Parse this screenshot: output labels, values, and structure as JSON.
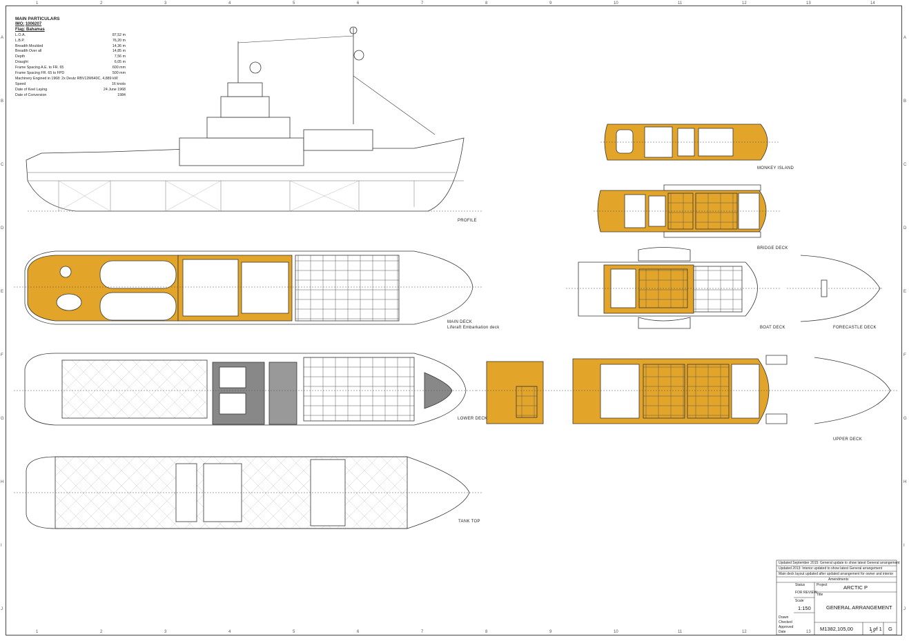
{
  "particulars": {
    "title": "MAIN PARTICULARS",
    "imo_label": "IMO:",
    "imo_value": "1006207",
    "flag": "Flag: Bahamas",
    "rows": [
      {
        "k": "L.O.A.",
        "v": "87,52 m"
      },
      {
        "k": "L.B.P.",
        "v": "76,20 m"
      },
      {
        "k": "Breadth Moulded",
        "v": "14,36 m"
      },
      {
        "k": "Breadth Over all",
        "v": "14,85 m"
      },
      {
        "k": "Depth",
        "v": "7,56 m"
      },
      {
        "k": "Draught",
        "v": "6,05 m"
      },
      {
        "k": "Frame Spacing   A.E. to FR. 65",
        "v": "600 mm"
      },
      {
        "k": "Frame Spacing   FR. 65 to FPD",
        "v": "500 mm"
      },
      {
        "k": "Machinery Engined in 1968: 2x Deutz RBV12M640C, 4,889 kW",
        "v": ""
      },
      {
        "k": "Speed",
        "v": "16 knots"
      },
      {
        "k": "Date of Keel Laying",
        "v": "24 June 1968"
      },
      {
        "k": "Date of Conversion",
        "v": "1984"
      }
    ]
  },
  "views": {
    "profile": "PROFILE",
    "monkey_island": "MONKEY ISLAND",
    "bridge_deck": "BRIDGE DECK",
    "main_deck": "MAIN DECK",
    "liferaft": "Liferaft Embarkation deck",
    "boat_deck": "BOAT DECK",
    "forecastle_deck": "FORECASTLE DECK",
    "lower_deck": "LOWER DECK",
    "upper_deck": "UPPER DECK",
    "tank_top": "TANK TOP"
  },
  "title_block": {
    "revisions": [
      "Updated September 2015: General update to show latest General arrangement",
      "Updated 2013: Interior updated to show latest General arrangement",
      "Main deck layout updated after updated arrangement for owner and interior"
    ],
    "amendments_label": "Amendments",
    "status_label": "Status",
    "status": "FOR REVIEW",
    "scale_label": "Scale",
    "scale": "1:150",
    "project_label": "Project",
    "project": "ARCTIC P",
    "title_label": "Title",
    "title": "GENERAL ARRANGEMENT",
    "drawing_no": "M1382,105,00",
    "sheet": "1 of 1",
    "rev": "G",
    "date_labels": [
      "Drawn",
      "Checked",
      "Approved",
      "Date"
    ]
  },
  "ruler_top": [
    "1",
    "2",
    "3",
    "4",
    "5",
    "6",
    "7",
    "8",
    "9",
    "10",
    "11",
    "12",
    "13",
    "14"
  ],
  "ruler_side": [
    "A",
    "B",
    "C",
    "D",
    "E",
    "F",
    "G",
    "H",
    "I",
    "J"
  ],
  "colors": {
    "deck_fill": "#e2a52a",
    "line": "#333333",
    "grid": "#999999"
  }
}
